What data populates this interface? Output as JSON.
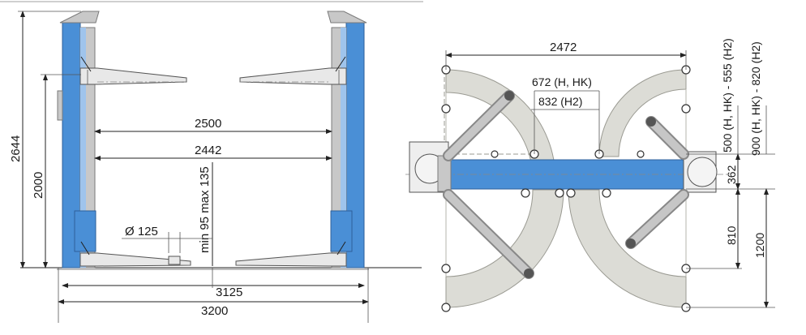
{
  "front_view": {
    "height_total": "2644",
    "height_column": "2000",
    "width_inner_top": "2500",
    "width_inner": "2442",
    "pad_height": "min 95 max 135",
    "pad_diameter": "Ø 125",
    "width_base": "3125",
    "width_total": "3200"
  },
  "top_view": {
    "width_arms": "2472",
    "arm_short_h_hk": "672 (H, HK)",
    "arm_short_h2": "832 (H2)",
    "arm_front_range_1": "500 (H, HK) - 555 (H2)",
    "arm_front_range_2": "900 (H, HK) - 820 (H2)",
    "column_offset": "362",
    "arm_rear_short": "810",
    "arm_rear_long": "1200"
  },
  "colors": {
    "column_blue": "#4a8fd6",
    "arc_grey": "#dcdcd6",
    "line": "#222222"
  }
}
